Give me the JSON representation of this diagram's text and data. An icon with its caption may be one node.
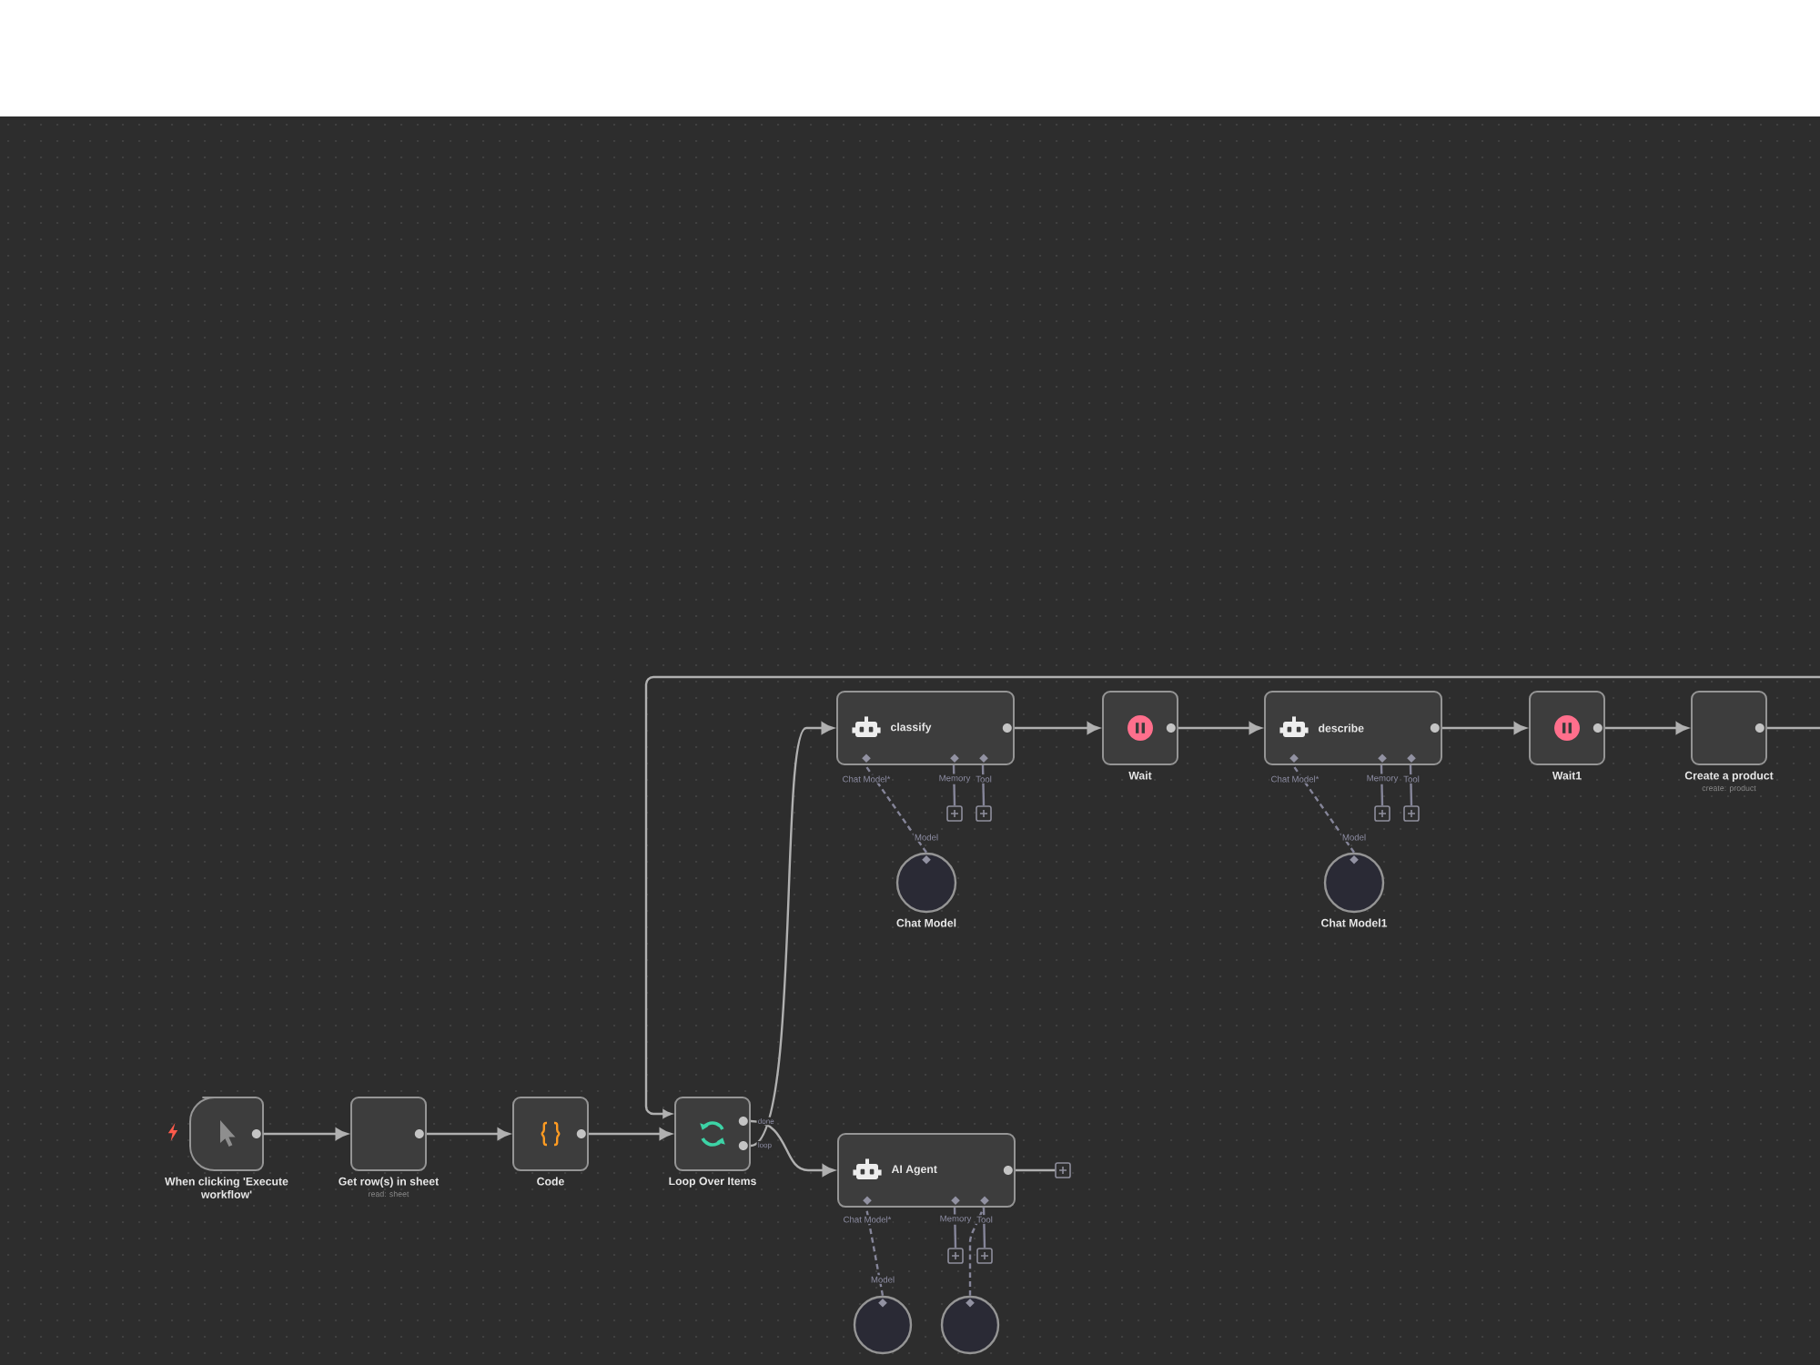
{
  "diagram": {
    "nodes": [
      {
        "text": [
          "When clicking 'Execute workflow'"
        ]
      },
      {
        "text": [
          "Get row(s) in sheet",
          "read: sheet"
        ]
      },
      {
        "text": [
          "Code"
        ]
      },
      {
        "text": [
          "Loop Over Items"
        ]
      },
      {
        "text": [
          "classify"
        ]
      },
      {
        "text": [],
        "shape": "box"
      },
      {
        "text": [],
        "shape": "box"
      },
      {
        "text": [
          "Chat Model"
        ]
      },
      {
        "text": [
          "Wait"
        ]
      },
      {
        "text": [
          "describe"
        ]
      },
      {
        "text": [],
        "shape": "box"
      },
      {
        "text": [],
        "shape": "box"
      },
      {
        "text": [
          "Chat Model1"
        ]
      },
      {
        "text": [
          "Wait1"
        ]
      },
      {
        "text": [
          "Create a product",
          "create: product"
        ]
      },
      {
        "text": [
          "AI Agent"
        ]
      },
      {
        "text": [],
        "shape": "box"
      },
      {
        "text": [],
        "shape": "box"
      },
      {
        "text": [],
        "shape": "box"
      },
      {
        "text": [],
        "shape": "circle"
      },
      {
        "text": [],
        "shape": "circle"
      }
    ],
    "edges": [
      {
        "from": 0,
        "to": 1,
        "arrow": "to"
      },
      {
        "from": 1,
        "to": 2,
        "arrow": "to"
      },
      {
        "from": 2,
        "to": 3,
        "arrow": "to"
      },
      {
        "from": null,
        "to": 3,
        "arrow": "to"
      },
      {
        "from": 3,
        "to": 4,
        "arrow": "to"
      },
      {
        "from": 3,
        "to": 15,
        "arrow": "to"
      },
      {
        "from": 4,
        "to": 8,
        "arrow": "to"
      },
      {
        "from": 8,
        "to": 9,
        "arrow": "to"
      },
      {
        "from": 9,
        "to": 13,
        "arrow": "to"
      },
      {
        "from": 13,
        "to": 14,
        "arrow": "to"
      },
      {
        "from": 14,
        "to": null,
        "arrow": "none"
      },
      {
        "from": 7,
        "to": 4,
        "arrow": "none",
        "style": "dashed",
        "color": "#858599"
      },
      {
        "from": 4,
        "to": 5,
        "arrow": "none",
        "color": "#858599"
      },
      {
        "from": 4,
        "to": 6,
        "arrow": "none",
        "color": "#858599"
      },
      {
        "from": 12,
        "to": 9,
        "arrow": "none",
        "style": "dashed",
        "color": "#858599"
      },
      {
        "from": 9,
        "to": 10,
        "arrow": "none",
        "color": "#858599"
      },
      {
        "from": 9,
        "to": 11,
        "arrow": "none",
        "color": "#858599"
      },
      {
        "from": 15,
        "to": 16,
        "arrow": "none"
      },
      {
        "from": 19,
        "to": 15,
        "arrow": "none",
        "style": "dashed",
        "color": "#858599"
      },
      {
        "from": 15,
        "to": 17,
        "arrow": "none",
        "color": "#858599"
      },
      {
        "from": 15,
        "to": 18,
        "arrow": "none",
        "color": "#858599"
      },
      {
        "from": 20,
        "to": 15,
        "arrow": "none",
        "style": "dashed",
        "color": "#858599"
      }
    ],
    "labels": [
      "Chat Model*",
      "Memory",
      "Tool",
      "Chat Model*",
      "Memory",
      "Tool",
      "Model",
      "Model",
      "done",
      "loop",
      "Chat Model*",
      "Memory",
      "Tool",
      "Model"
    ]
  }
}
